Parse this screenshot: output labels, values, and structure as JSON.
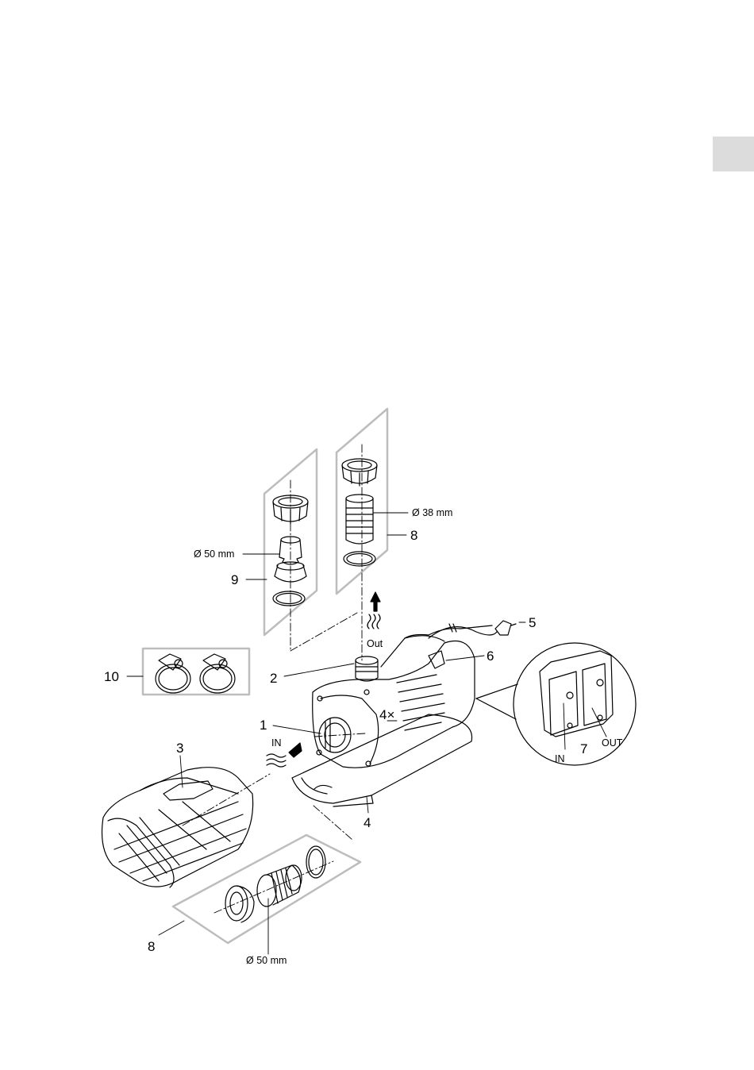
{
  "diagram": {
    "callouts": {
      "c1": "1",
      "c2": "2",
      "c3": "3",
      "c4": "4",
      "c5": "5",
      "c6": "6",
      "c7": "7",
      "c8_top": "8",
      "c8_bottom": "8",
      "c9": "9",
      "c10": "10"
    },
    "dimensions": {
      "d50_top": "Ø 50 mm",
      "d38": "Ø 38 mm",
      "d50_bottom": "Ø 50 mm"
    },
    "flow": {
      "out": "Out",
      "in": "IN",
      "screw_count": "4×"
    },
    "detail": {
      "in_port": "IN",
      "out_port": "OUT"
    }
  }
}
